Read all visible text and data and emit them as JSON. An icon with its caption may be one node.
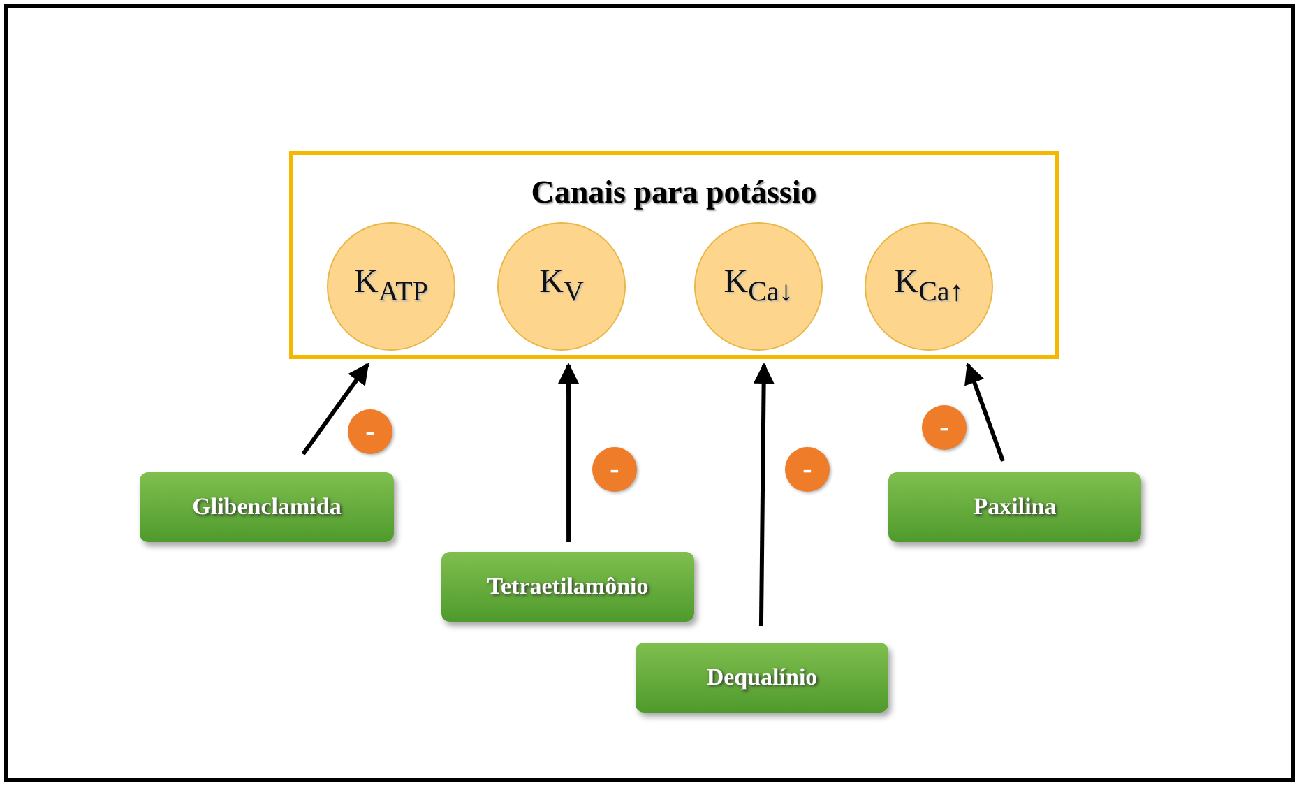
{
  "diagram": {
    "nodes": [
      {
        "text": [
          "Canais para potássio"
        ]
      },
      {
        "text": [
          "K$_{ATP}$"
        ],
        "in": 0
      },
      {
        "text": [
          "K$_{V}$"
        ],
        "in": 0
      },
      {
        "text": [
          "K$_{Ca↓}$"
        ],
        "in": 0
      },
      {
        "text": [
          "K$_{Ca↑}$"
        ],
        "in": 0
      },
      {
        "text": [
          "Glibenclamida"
        ]
      },
      {
        "text": [
          "Tetraetilamônio"
        ]
      },
      {
        "text": [
          "Dequalínio"
        ]
      },
      {
        "text": [
          "Paxilina"
        ]
      },
      {
        "text": [
          "-"
        ]
      },
      {
        "text": [
          "-"
        ]
      },
      {
        "text": [
          "-"
        ]
      },
      {
        "text": [
          "-"
        ]
      }
    ],
    "edges": [
      {
        "from": 5,
        "to": 0,
        "arrow": "to"
      },
      {
        "from": 6,
        "to": 0,
        "arrow": "to"
      },
      {
        "from": 7,
        "to": 0,
        "arrow": "to"
      },
      {
        "from": 8,
        "to": 0,
        "arrow": "to"
      }
    ]
  }
}
